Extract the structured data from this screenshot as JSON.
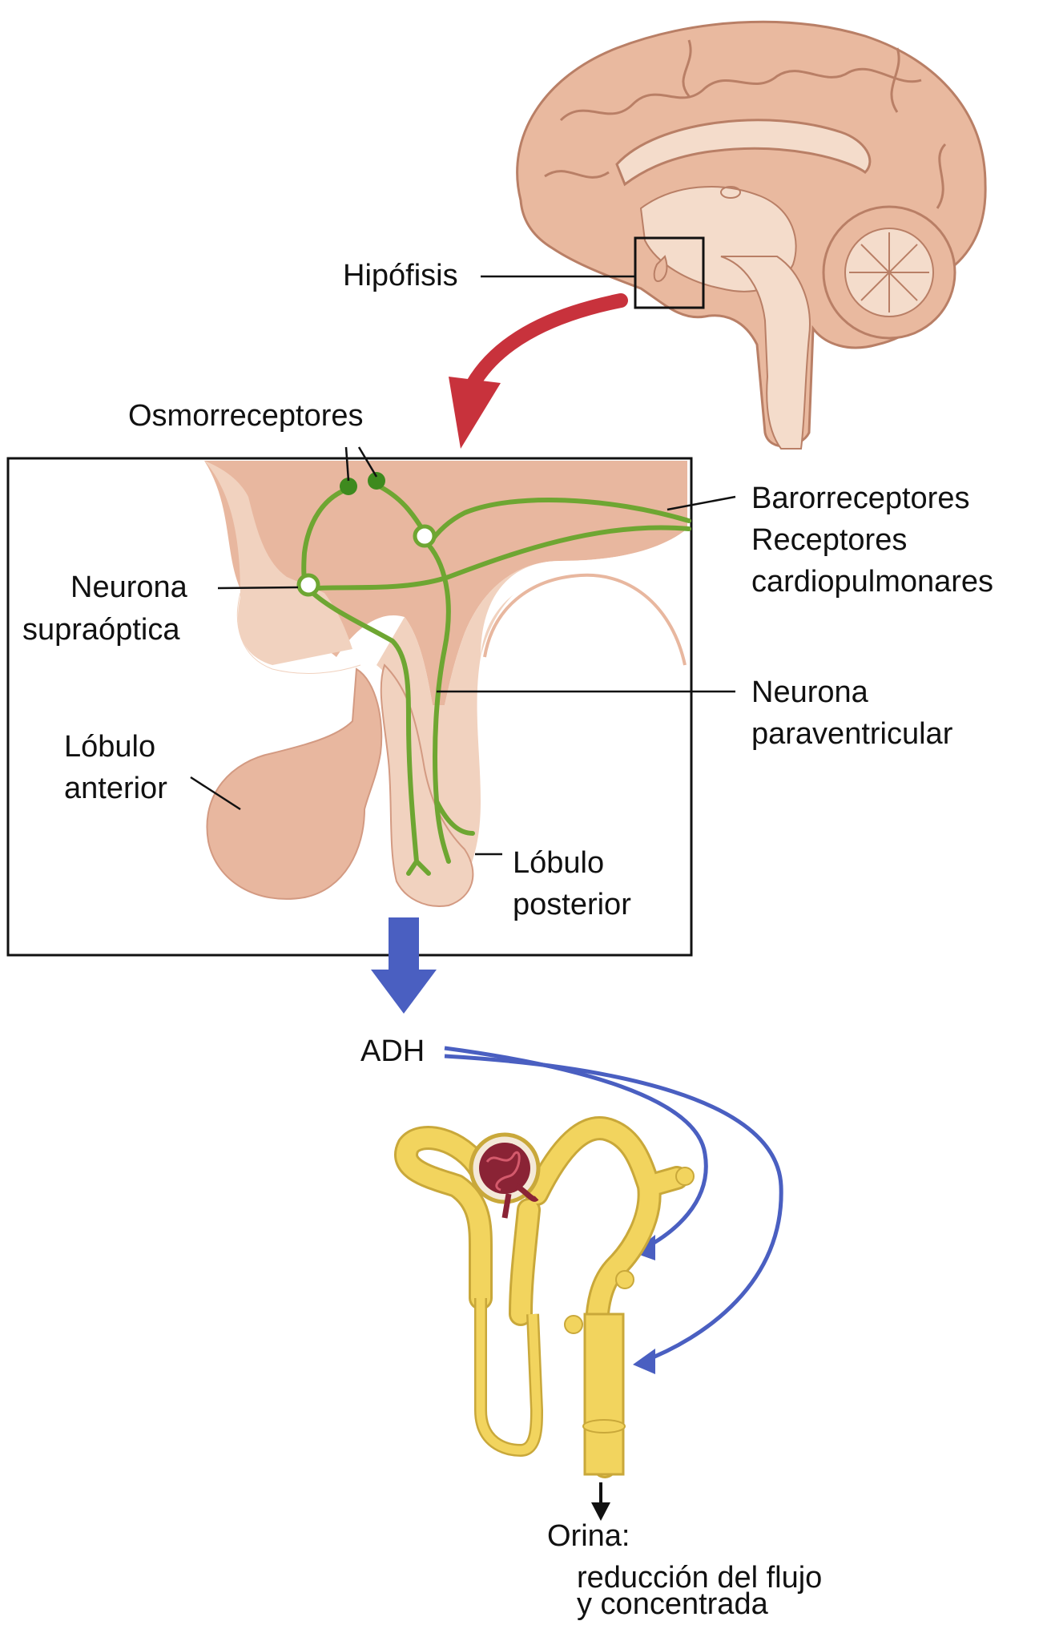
{
  "labels": {
    "hipofisis": "Hipófisis",
    "osmorreceptores": "Osmorreceptores",
    "barorreceptores": "Barorreceptores",
    "receptores_cardiopulmonares_1": "Receptores",
    "receptores_cardiopulmonares_2": "cardiopulmonares",
    "neurona_supraoptica_1": "Neurona",
    "neurona_supraoptica_2": "supraóptica",
    "neurona_paraventricular_1": "Neurona",
    "neurona_paraventricular_2": "paraventricular",
    "lobulo_anterior_1": "Lóbulo",
    "lobulo_anterior_2": "anterior",
    "lobulo_posterior_1": "Lóbulo",
    "lobulo_posterior_2": "posterior",
    "adh": "ADH",
    "orina_1": "Orina:",
    "orina_2": "reducción del flujo",
    "orina_3": "y concentrada"
  },
  "colors": {
    "brain_fill": "#e9b99f",
    "brain_light": "#f4dccb",
    "tissue_dark": "#d8a590",
    "tissue_light": "#f1d2bf",
    "neuron_green": "#6ea632",
    "red_arrow": "#c8323c",
    "blue_arrow": "#4a5fc1",
    "nephron_yellow": "#f2d45e",
    "nephron_outline": "#c9a83a",
    "glomerulus": "#8a2335"
  }
}
